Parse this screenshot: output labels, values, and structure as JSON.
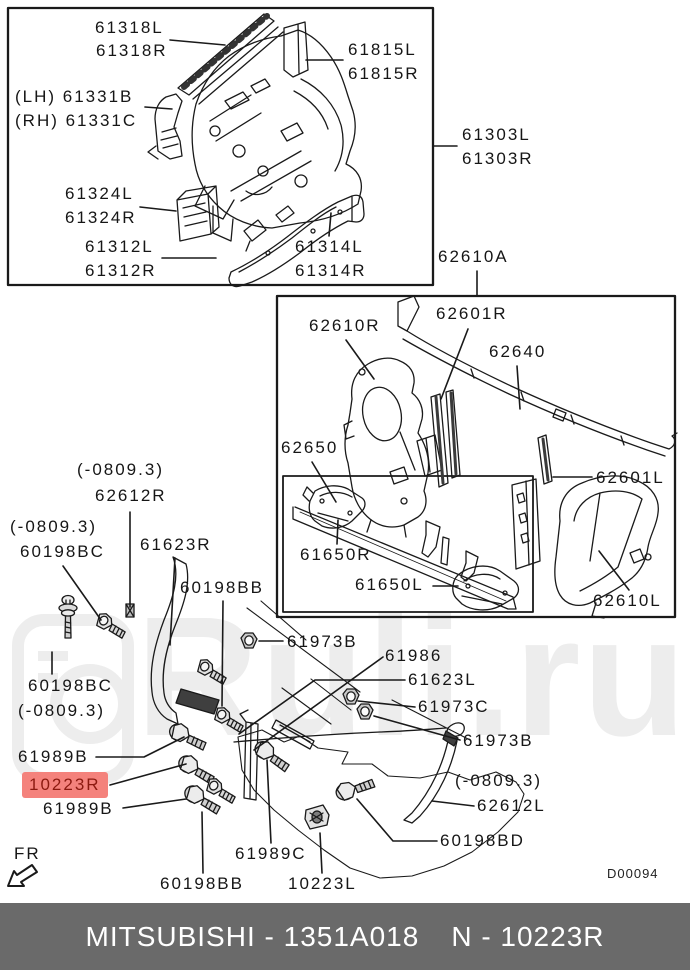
{
  "watermark": {
    "text": "Ruli.ru"
  },
  "footer": {
    "left": "MITSUBISHI - 1351A018",
    "right": "N - 10223R"
  },
  "colors": {
    "line": "#1a1a1a",
    "highlight_bg": "#f4827c",
    "highlight_text": "#8c1a10",
    "footer_bg": "#6a6a6a",
    "footer_text": "#ffffff"
  },
  "labels": {
    "b1_61318L": "61318L",
    "b1_61318R": "61318R",
    "b1_61815L": "61815L",
    "b1_61815R": "61815R",
    "b1_61331B": "(LH) 61331B",
    "b1_61331C": "(RH) 61331C",
    "b1_61324L": "61324L",
    "b1_61324R": "61324R",
    "b1_61312L": "61312L",
    "b1_61312R": "61312R",
    "b1_61314L": "61314L",
    "b1_61314R": "61314R",
    "a_61303L": "61303L",
    "a_61303R": "61303R",
    "a_62610A": "62610A",
    "b2_62610R": "62610R",
    "b2_62601R": "62601R",
    "b2_62640": "62640",
    "b2_62650": "62650",
    "b2_62601L": "62601L",
    "b2_61650R": "61650R",
    "b2_61650L": "61650L",
    "b2_62610L": "62610L",
    "m_date1": "(-0809.3)",
    "m_62612R": "62612R",
    "m_date2": "(-0809.3)",
    "m_60198BC1": "60198BC",
    "m_61623R": "61623R",
    "m_60198BB1": "60198BB",
    "m_61973B1": "61973B",
    "m_61986": "61986",
    "m_61623L": "61623L",
    "m_61973C": "61973C",
    "m_61973B2": "61973B",
    "m_60198BC2": "60198BC",
    "m_date3": "(-0809.3)",
    "m_61989B1": "61989B",
    "hl_10223R": "10223R",
    "m_61989B2": "61989B",
    "m_date4": "(-0809.3)",
    "m_62612L": "62612L",
    "m_60198BD": "60198BD",
    "m_61989C": "61989C",
    "m_60198BB2": "60198BB",
    "m_10223L": "10223L",
    "d_code": "D00094",
    "fr_label": "FR"
  }
}
